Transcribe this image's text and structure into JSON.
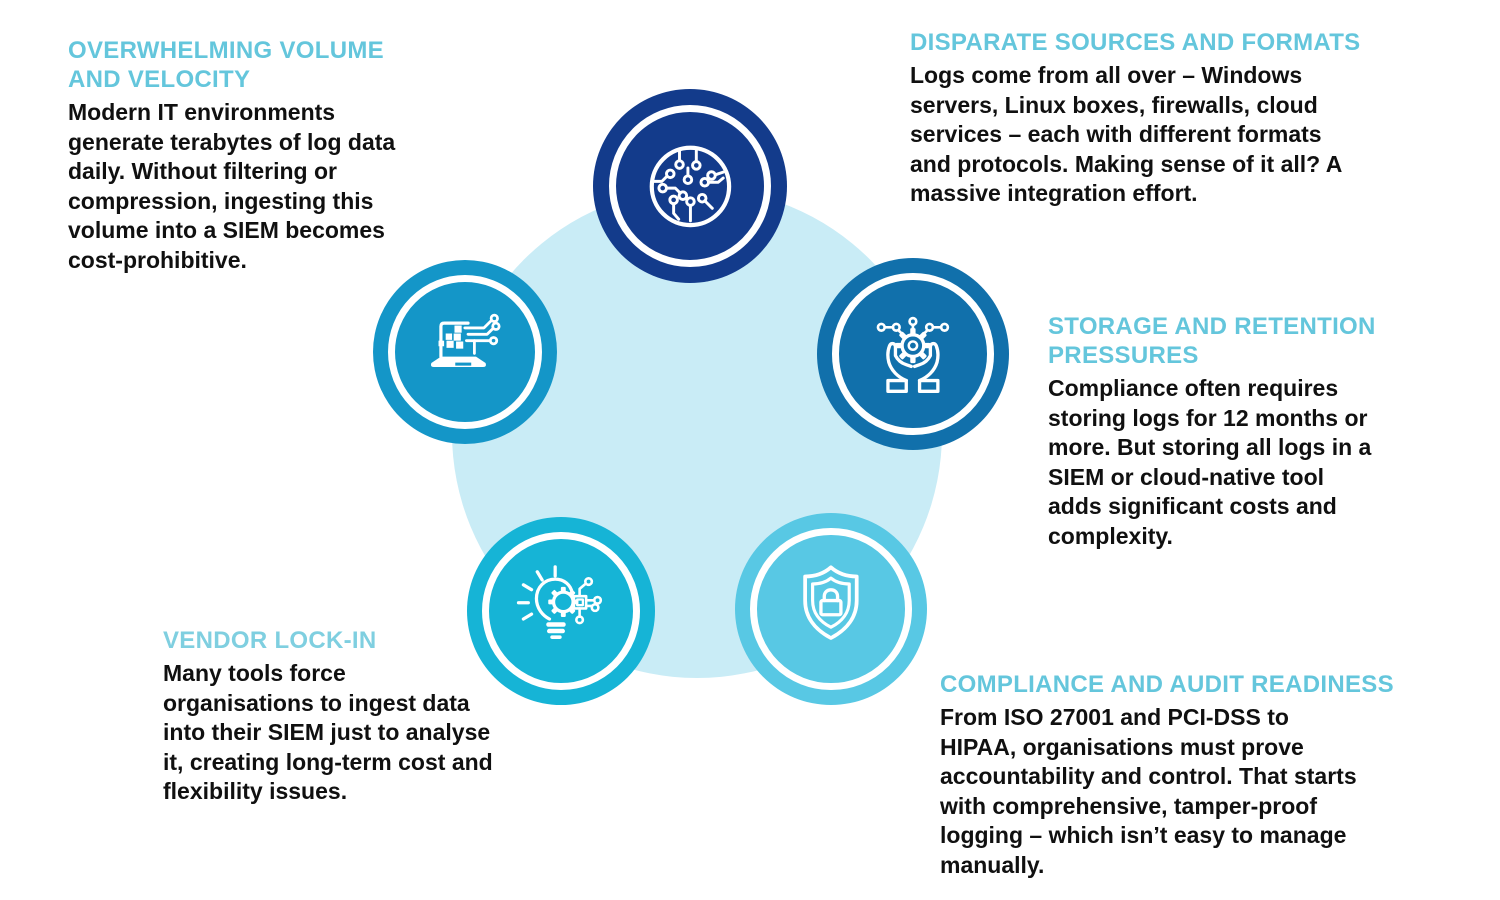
{
  "title": "SIEM logging challenges infographic",
  "decor": {
    "center_circle_color": "#C9ECF6",
    "body_text_color": "#101010"
  },
  "items": [
    {
      "id": "volume",
      "heading": "OVERWHELMING VOLUME\nAND VELOCITY",
      "body": "Modern IT environments\ngenerate terabytes of log data\ndaily. Without filtering or\ncompression, ingesting this\nvolume into a SIEM becomes\ncost-prohibitive.",
      "heading_color": "#64C6DC",
      "circle_color": "#1496C8",
      "icon": "laptop-data-icon"
    },
    {
      "id": "sources",
      "heading": "DISPARATE SOURCES AND FORMATS",
      "body": "Logs come from all over – Windows\nservers, Linux boxes, firewalls, cloud\nservices – each with different formats\nand protocols. Making sense of it all? A\nmassive integration effort.",
      "heading_color": "#64C6DC",
      "circle_color": "#133B8B",
      "icon": "circuit-board-icon"
    },
    {
      "id": "storage",
      "heading": "STORAGE AND RETENTION\nPRESSURES",
      "body": "Compliance often requires\nstoring logs for 12 months or\nmore. But storing all logs in a\nSIEM or cloud-native tool\nadds significant costs and\ncomplexity.",
      "heading_color": "#64C6DC",
      "circle_color": "#1170AB",
      "icon": "gear-hands-icon"
    },
    {
      "id": "compliance",
      "heading": "COMPLIANCE AND AUDIT READINESS",
      "body": "From ISO 27001 and PCI-DSS to\nHIPAA, organisations must prove\naccountability and control. That starts\nwith comprehensive, tamper-proof\nlogging – which isn’t easy to manage\nmanually.",
      "heading_color": "#64C6DC",
      "circle_color": "#58C8E4",
      "icon": "shield-lock-icon"
    },
    {
      "id": "vendor",
      "heading": "VENDOR LOCK-IN",
      "body": "Many tools force\norganisations to ingest data\ninto their SIEM just to analyse\nit, creating long-term cost and\nflexibility issues.",
      "heading_color": "#7FCFE0",
      "circle_color": "#16B4D6",
      "icon": "lightbulb-gear-icon"
    }
  ]
}
